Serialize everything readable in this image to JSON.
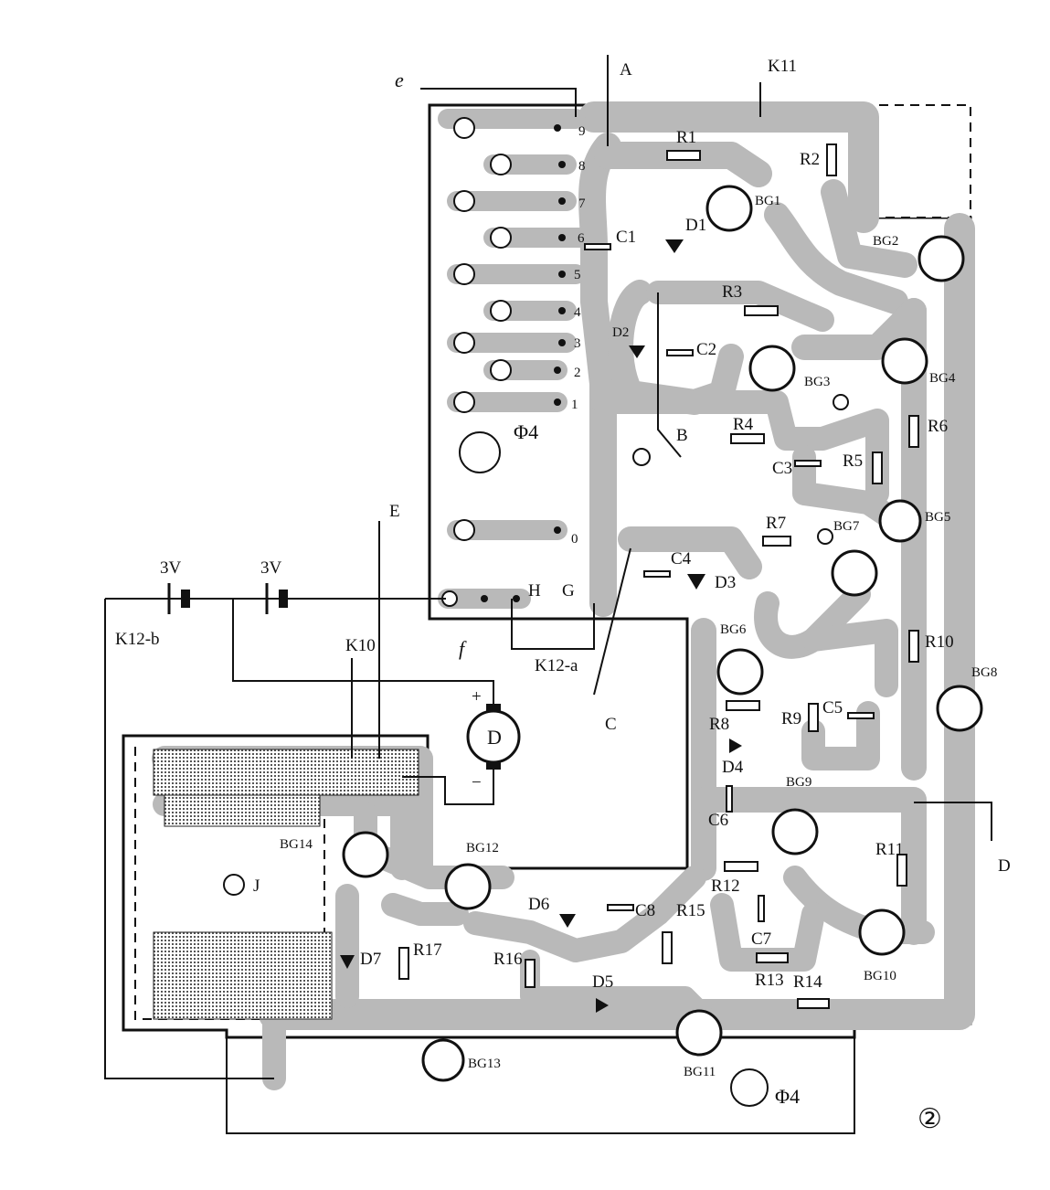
{
  "figure_number": "②",
  "connector_pins": [
    "9",
    "8",
    "7",
    "6",
    "5",
    "4",
    "3",
    "2",
    "1",
    "0"
  ],
  "terminals": {
    "A": "A",
    "B": "B",
    "C": "C",
    "D": "D",
    "E": "E",
    "G": "G",
    "H": "H",
    "J": "J",
    "f": "f",
    "e": "e"
  },
  "switches": {
    "k11": "K11",
    "k10": "K10",
    "k12a": "K12-a",
    "k12b": "K12-b"
  },
  "batteries": [
    "3V",
    "3V"
  ],
  "motor": {
    "label": "D",
    "plus": "+",
    "minus": "−"
  },
  "holes": {
    "h1": "Φ4",
    "h2": "Φ4"
  },
  "transistors": {
    "bg1": "BG1",
    "bg2": "BG2",
    "bg3": "BG3",
    "bg4": "BG4",
    "bg5": "BG5",
    "bg6": "BG6",
    "bg7": "BG7",
    "bg8": "BG8",
    "bg9": "BG9",
    "bg10": "BG10",
    "bg11": "BG11",
    "bg12": "BG12",
    "bg13": "BG13",
    "bg14": "BG14"
  },
  "resistors": {
    "r1": "R1",
    "r2": "R2",
    "r3": "R3",
    "r4": "R4",
    "r5": "R5",
    "r6": "R6",
    "r7": "R7",
    "r8": "R8",
    "r9": "R9",
    "r10": "R10",
    "r11": "R11",
    "r12": "R12",
    "r13": "R13",
    "r14": "R14",
    "r15": "R15",
    "r16": "R16",
    "r17": "R17"
  },
  "capacitors": {
    "c1": "C1",
    "c2": "C2",
    "c3": "C3",
    "c4": "C4",
    "c5": "C5",
    "c6": "C6",
    "c7": "C7",
    "c8": "C8"
  },
  "diodes": {
    "d1": "D1",
    "d2": "D2",
    "d3": "D3",
    "d4": "D4",
    "d5": "D5",
    "d6": "D6",
    "d7": "D7"
  }
}
